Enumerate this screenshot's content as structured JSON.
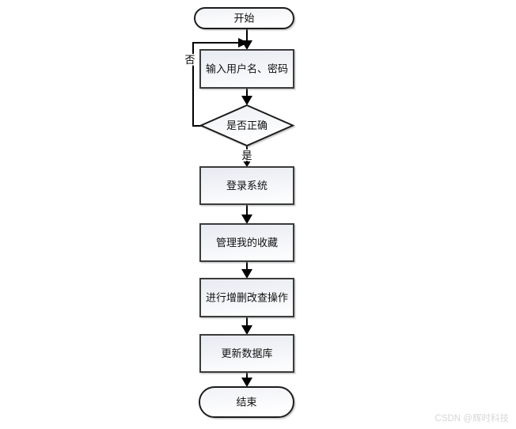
{
  "nodes": {
    "start": {
      "label": "开始",
      "type": "terminator"
    },
    "input_credentials": {
      "label": "输入用户名、密码",
      "type": "process"
    },
    "check_correct": {
      "label": "是否正确",
      "type": "decision"
    },
    "login_system": {
      "label": "登录系统",
      "type": "process"
    },
    "manage_favorites": {
      "label": "管理我的收藏",
      "type": "process"
    },
    "crud_operations": {
      "label": "进行增删改查操作",
      "type": "process"
    },
    "update_database": {
      "label": "更新数据库",
      "type": "process"
    },
    "end": {
      "label": "结束",
      "type": "terminator"
    }
  },
  "edge_labels": {
    "no": "否",
    "yes": "是"
  },
  "watermark": {
    "text": "CSDN @辉时科技"
  },
  "colors": {
    "line": "#000000",
    "node_border": "#3a3a3a",
    "terminator_border": "#1f1f1f",
    "decision_border": "#1a1a1a",
    "process_fill_top": "#e7eaf1",
    "process_fill_bottom": "#fbfcfd",
    "terminator_fill_top": "#f1f2f6",
    "terminator_fill_bottom": "#ffffff",
    "decision_fill_top": "#edeff4",
    "decision_fill_bottom": "#ffffff",
    "watermark": "#d7d7d7"
  }
}
